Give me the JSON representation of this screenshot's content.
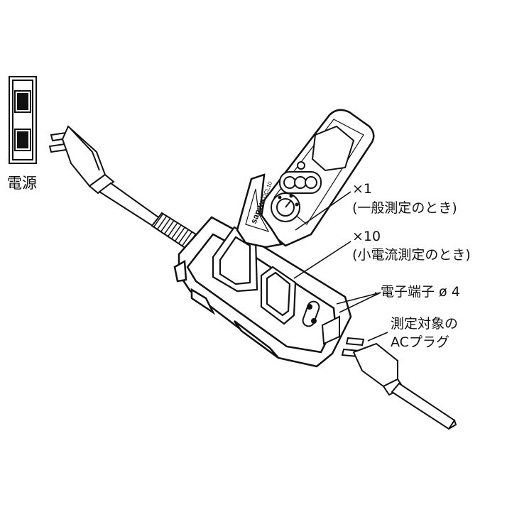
{
  "labels": {
    "power_source": "電源",
    "range_x1": "×1",
    "range_x1_note": "(一般測定のとき)",
    "range_x10": "×10",
    "range_x10_note": "(小電流測定のとき)",
    "terminal": "電子端子 ø 4",
    "target_line1": "測定対象の",
    "target_line2": "ACプラグ"
  },
  "device": {
    "brand": "sanwa",
    "model": "DCL10"
  }
}
